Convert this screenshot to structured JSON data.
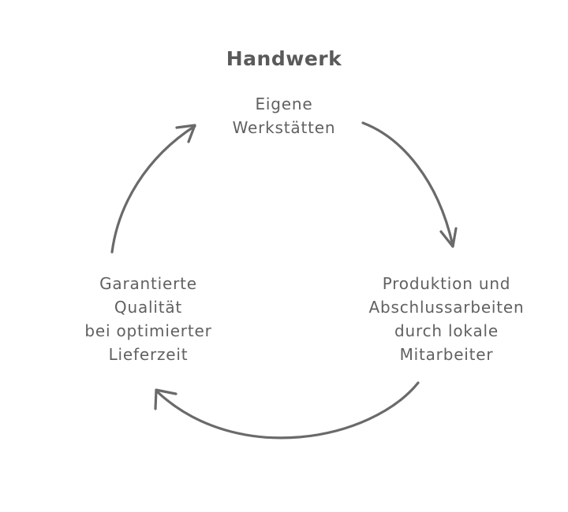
{
  "diagram": {
    "title": "Handwerk",
    "nodes": [
      {
        "id": "top",
        "lines": [
          "Eigene",
          "Werkstätten"
        ]
      },
      {
        "id": "right",
        "lines": [
          "Produktion und",
          "Abschlussarbeiten",
          "durch lokale",
          "Mitarbeiter"
        ]
      },
      {
        "id": "left",
        "lines": [
          "Garantierte",
          "Qualität",
          "bei optimierter",
          "Lieferzeit"
        ]
      }
    ],
    "edges": [
      {
        "from": "top",
        "to": "right"
      },
      {
        "from": "right",
        "to": "left"
      },
      {
        "from": "left",
        "to": "top"
      }
    ],
    "colors": {
      "text": "#5f5f5f",
      "arrow": "#6a6a6a",
      "background": "#ffffff"
    }
  }
}
